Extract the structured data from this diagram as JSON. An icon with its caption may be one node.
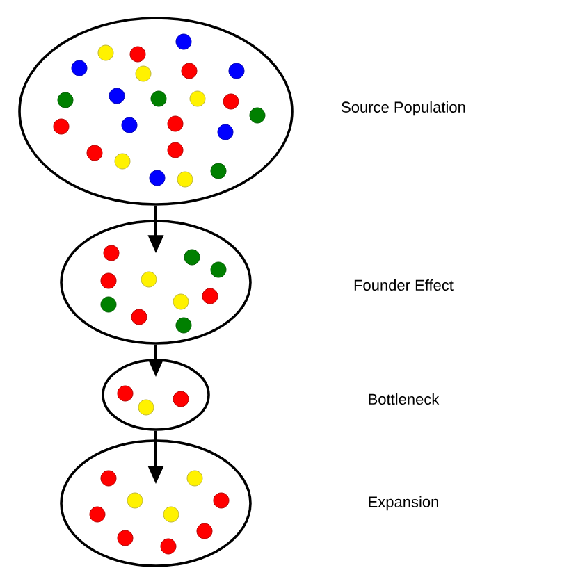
{
  "diagram": {
    "nodes": [
      {
        "text": [],
        "shape": "circle"
      },
      {
        "text": [],
        "shape": "circle"
      },
      {
        "text": [],
        "shape": "circle"
      },
      {
        "text": [],
        "shape": "circle"
      }
    ],
    "edges": [
      {
        "from": 0,
        "to": 1,
        "arrow": "to"
      },
      {
        "from": 1,
        "to": 2,
        "arrow": "to"
      },
      {
        "from": 2,
        "to": 3,
        "arrow": "to"
      }
    ],
    "labels": [
      "Source Population",
      "Founder Effect",
      "Bottleneck",
      "Expansion"
    ]
  }
}
